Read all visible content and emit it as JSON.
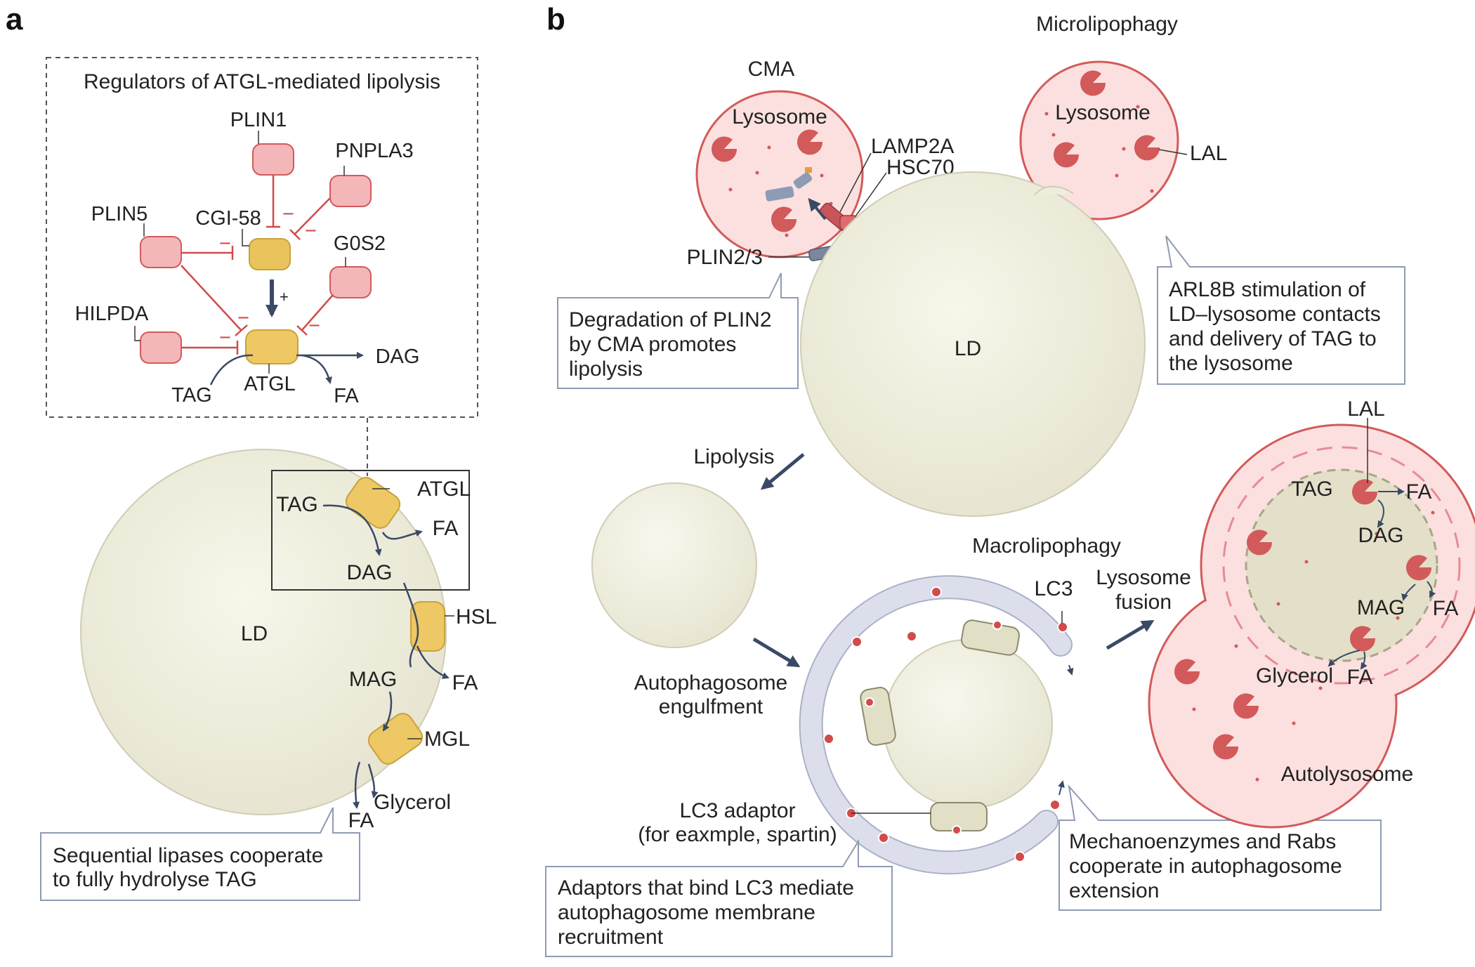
{
  "panel_a": {
    "letter": "a",
    "inset_title": "Regulators of ATGL-mediated lipolysis",
    "regulators": {
      "plin1": "PLIN1",
      "pnpla3": "PNPLA3",
      "plin5": "PLIN5",
      "cgi58": "CGI-58",
      "g0s2": "G0S2",
      "hilpda": "HILPDA",
      "atgl": "ATGL",
      "tag": "TAG",
      "dag": "DAG",
      "fa": "FA",
      "plus": "+",
      "minus": "−"
    },
    "droplet": {
      "ld": "LD",
      "atgl": "ATGL",
      "hsl": "HSL",
      "mgl": "MGL",
      "tag": "TAG",
      "dag": "DAG",
      "mag": "MAG",
      "glycerol": "Glycerol",
      "fa": "FA"
    },
    "callout": [
      "Sequential lipases cooperate",
      "to fully hydrolyse TAG"
    ]
  },
  "panel_b": {
    "letter": "b",
    "microlipophagy": "Microlipophagy",
    "cma": "CMA",
    "lysosome": "Lysosome",
    "lamp2a": "LAMP2A",
    "hsc70": "HSC70",
    "plin23": "PLIN2/3",
    "lal": "LAL",
    "ld": "LD",
    "lipolysis": "Lipolysis",
    "macrolipophagy": "Macrolipophagy",
    "lc3": "LC3",
    "lysosome_fusion": [
      "Lysosome",
      "fusion"
    ],
    "autophagosome": [
      "Autophagosome",
      "engulfment"
    ],
    "lc3_adaptor": [
      "LC3 adaptor",
      "(for eaxmple, spartin)"
    ],
    "autolysosome": "Autolysosome",
    "auto": {
      "lal": "LAL",
      "tag": "TAG",
      "dag": "DAG",
      "mag": "MAG",
      "glycerol": "Glycerol",
      "fa": "FA"
    },
    "callout_cma": [
      "Degradation of PLIN2",
      "by CMA promotes",
      "lipolysis"
    ],
    "callout_arl8b": [
      "ARL8B stimulation of",
      "LD–lysosome contacts",
      "and delivery of TAG to",
      "the lysosome"
    ],
    "callout_adaptors": [
      "Adaptors that bind LC3 mediate",
      "autophagosome membrane",
      "recruitment"
    ],
    "callout_mechano": [
      "Mechanoenzymes and Rabs",
      "cooperate in autophagosome",
      "extension"
    ]
  },
  "colors": {
    "lipid_droplet": "#efeedd",
    "lysosome_fill": "#fbe0df",
    "lysosome_stroke": "#d35a5a",
    "lipase_yellow": "#eec865",
    "regulator_pink": "#f3b7ba",
    "inhibition_red": "#d14b4b",
    "arrow_navy": "#3a4a66",
    "phagophore": "#d9dce8",
    "callout_border": "#8e9bb4"
  }
}
